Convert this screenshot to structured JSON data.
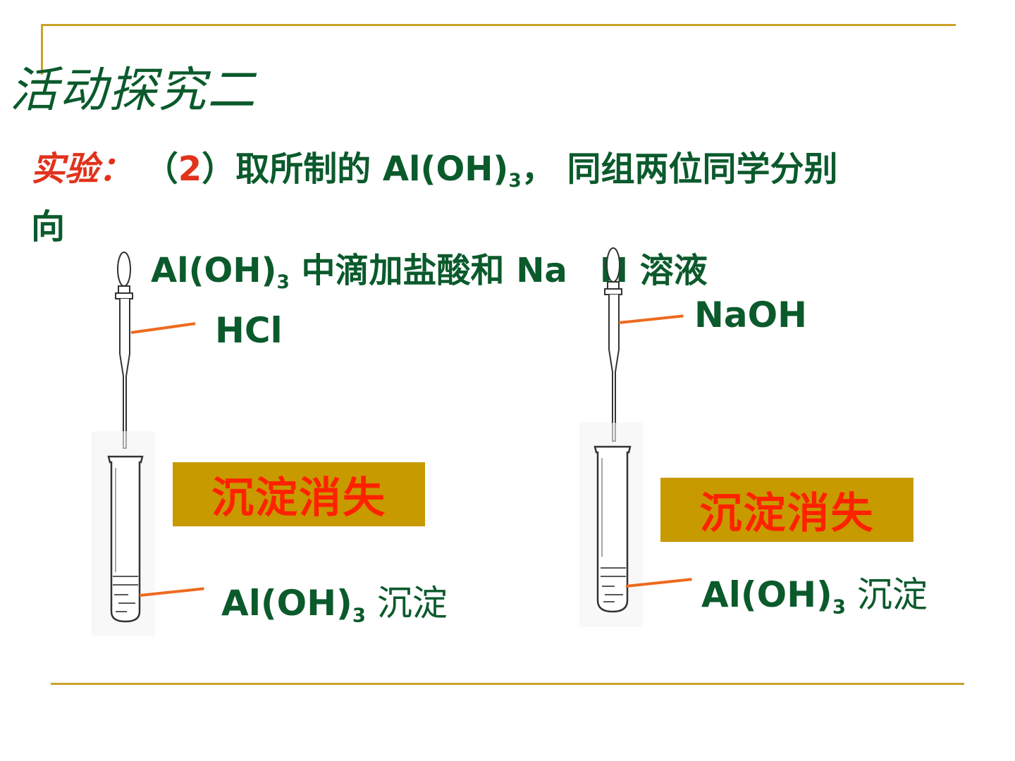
{
  "slide": {
    "title": "活动探究二",
    "line1": {
      "label": "实验",
      "colon": "：",
      "paren_open": "（",
      "number": "2",
      "paren_close": "）",
      "text_a": "取所制的 Al(OH)",
      "sub": "3",
      "text_b": "， 同组两位同学分别"
    },
    "line2": "向",
    "line3": {
      "text_a": "Al(OH)",
      "sub": "3",
      "text_b": " 中滴加盐酸和 Na",
      "text_c": "H 溶液"
    },
    "left": {
      "reagent": "HCl",
      "result": "沉淀消失",
      "precipitate_a": "Al(OH)",
      "precipitate_sub": "3",
      "precipitate_b": " 沉淀"
    },
    "right": {
      "reagent": "NaOH",
      "result": "沉淀消失",
      "precipitate_a": "Al(OH)",
      "precipitate_sub": "3",
      "precipitate_b": " 沉淀"
    }
  },
  "colors": {
    "text_green": "#0b5a2c",
    "accent_red": "#e0321c",
    "gold_box": "#c79a00",
    "gold_line": "#c9a227",
    "pointer_orange": "#ee6a1e"
  }
}
